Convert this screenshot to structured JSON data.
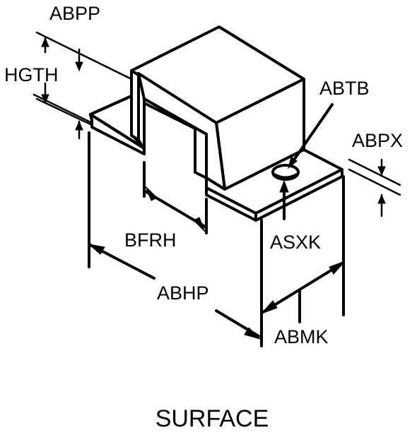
{
  "title": "SURFACE",
  "labels": {
    "abpp": "ABPP",
    "hgth": "HGTH",
    "abtb": "ABTB",
    "abpx": "ABPX",
    "bfrh": "BFRH",
    "asxk": "ASXK",
    "abhp": "ABHP",
    "abmk": "ABMK"
  },
  "colors": {
    "ink": "#000000",
    "background": "#ffffff"
  }
}
